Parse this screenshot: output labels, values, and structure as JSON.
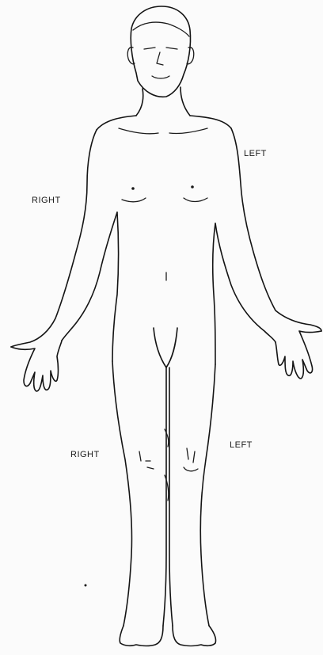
{
  "labels": {
    "left_upper": "LEFT",
    "right_upper": "RIGHT",
    "left_lower": "LEFT",
    "right_lower": "RIGHT"
  },
  "colors": {
    "line": "#141414",
    "paper": "#fbfbfb"
  }
}
